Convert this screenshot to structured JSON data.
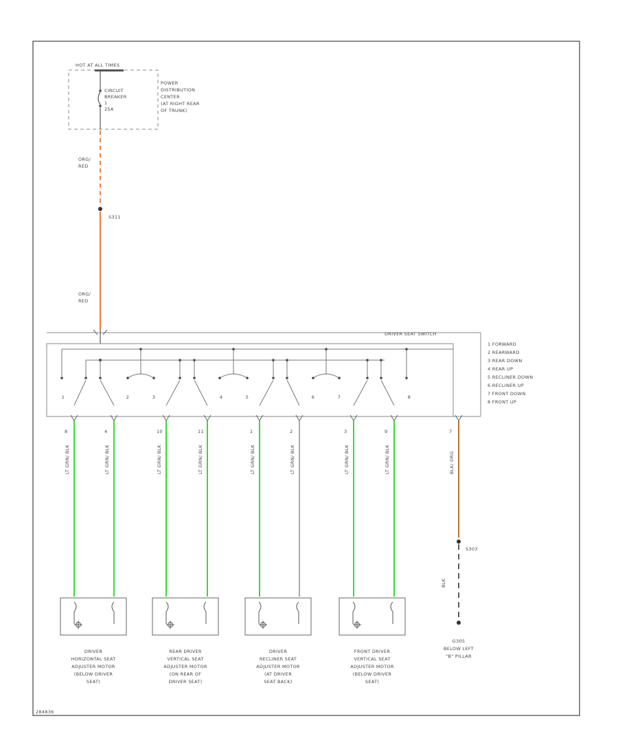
{
  "fuse_block": {
    "header": "HOT AT ALL TIMES",
    "breaker_line1": "CIRCUIT",
    "breaker_line2": "BREAKER",
    "breaker_number": "1",
    "breaker_rating": "25A",
    "location_line1": "POWER",
    "location_line2": "DISTRIBUTION",
    "location_line3": "CENTER",
    "location_line4": "(AT RIGHT REAR",
    "location_line5": "OF TRUNK)"
  },
  "wire_top": {
    "color_line1": "ORG/",
    "color_line2": "RED"
  },
  "splice": {
    "label": "S311"
  },
  "wire_mid": {
    "color_line1": "ORG/",
    "color_line2": "RED"
  },
  "switch": {
    "title": "DRIVER SEAT SWITCH",
    "legend": [
      "1 FORWARD",
      "2 REARWARD",
      "3 REAR DOWN",
      "4 REAR UP",
      "5 RECLINER DOWN",
      "6 RECLINER UP",
      "7 FRONT DOWN",
      "8 FRONT UP"
    ],
    "contact_numbers": [
      "1",
      "2",
      "3",
      "4",
      "5",
      "6",
      "7",
      "8"
    ]
  },
  "wires_bottom": [
    {
      "pin": "8",
      "color": "LT GRN/ BLK",
      "hex": "#33dd33"
    },
    {
      "pin": "4",
      "color": "LT GRN/ BLK",
      "hex": "#33dd33"
    },
    {
      "pin": "10",
      "color": "LT GRN/ BLK",
      "hex": "#33dd33"
    },
    {
      "pin": "11",
      "color": "LT GRN/ BLK",
      "hex": "#33dd33"
    },
    {
      "pin": "1",
      "color": "LT GRN/ BLK",
      "hex": "#33dd33"
    },
    {
      "pin": "2",
      "color": "LT GRN/ BLK",
      "hex": "#aaaaaa"
    },
    {
      "pin": "3",
      "color": "LT GRN/ BLK",
      "hex": "#33dd33"
    },
    {
      "pin": "9",
      "color": "LT GRN/ BLK",
      "hex": "#33dd33"
    },
    {
      "pin": "7",
      "color": "BLK/ ORG",
      "hex": "#b87333"
    }
  ],
  "ground": {
    "splice_label": "S303",
    "wire_color": "BLK",
    "ground_label": "G305",
    "ground_loc_line1": "BELOW LEFT",
    "ground_loc_line2": "\"B\" PILLAR"
  },
  "motors": [
    {
      "name_lines": [
        "DRIVER",
        "HORIZONTAL SEAT",
        "ADJUSTER MOTOR",
        "(BELOW DRIVER",
        "SEAT)"
      ]
    },
    {
      "name_lines": [
        "REAR DRIVER",
        "VERTICAL SEAT",
        "ADJUSTER MOTOR",
        "(ON REAR OF",
        "DRIVER SEAT)"
      ]
    },
    {
      "name_lines": [
        "DRIVER",
        "RECLINER SEAT",
        "ADJUSTER MOTOR",
        "(AT DRIVER",
        "SEAT BACK)"
      ]
    },
    {
      "name_lines": [
        "FRONT DRIVER",
        "VERTICAL SEAT",
        "ADJUSTER MOTOR",
        "(BELOW DRIVER",
        "SEAT)"
      ]
    }
  ],
  "footer": {
    "code": "284836"
  },
  "colors": {
    "orange": "#f08040",
    "green": "#33dd33",
    "brown": "#b87333",
    "frame": "#666666"
  }
}
